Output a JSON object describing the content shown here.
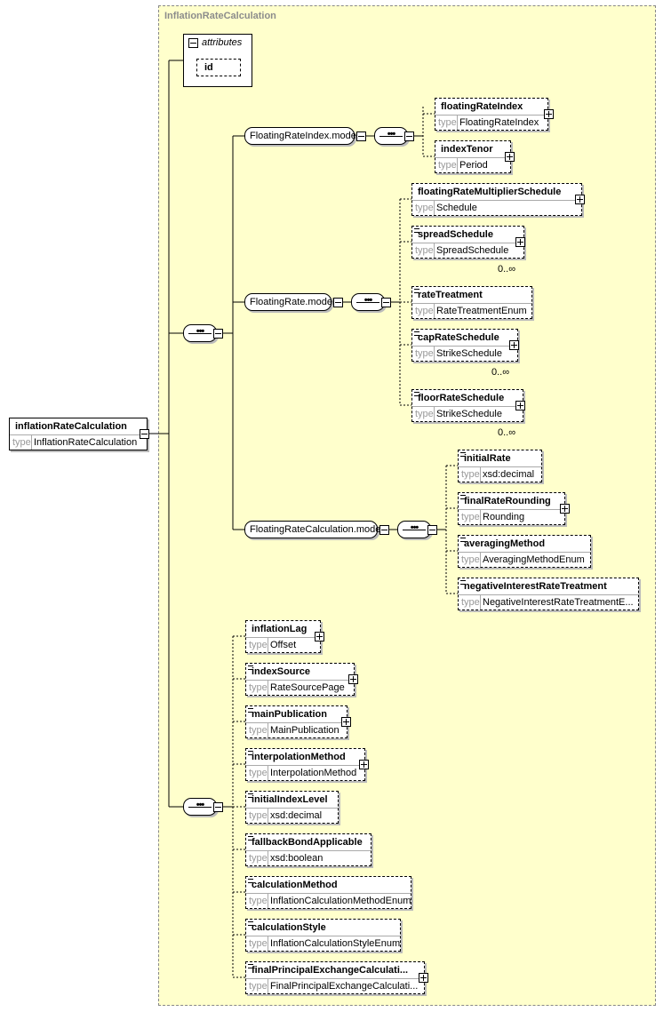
{
  "container_title": "InflationRateCalculation",
  "attributes": {
    "title": "attributes",
    "items": [
      "id"
    ]
  },
  "type_label": "type",
  "root": {
    "name": "inflationRateCalculation",
    "type": "InflationRateCalculation"
  },
  "groups": {
    "floating_rate_index_model": "FloatingRateIndex.model",
    "floating_rate_model": "FloatingRate.model",
    "floating_rate_calculation_model": "FloatingRateCalculation.model"
  },
  "floating_rate_index_elements": [
    {
      "name": "floatingRateIndex",
      "type": "FloatingRateIndex"
    },
    {
      "name": "indexTenor",
      "type": "Period"
    }
  ],
  "floating_rate_elements": [
    {
      "name": "floatingRateMultiplierSchedule",
      "type": "Schedule"
    },
    {
      "name": "spreadSchedule",
      "type": "SpreadSchedule",
      "occurrence": "0..∞"
    },
    {
      "name": "rateTreatment",
      "type": "RateTreatmentEnum"
    },
    {
      "name": "capRateSchedule",
      "type": "StrikeSchedule",
      "occurrence": "0..∞"
    },
    {
      "name": "floorRateSchedule",
      "type": "StrikeSchedule",
      "occurrence": "0..∞"
    }
  ],
  "floating_rate_calculation_elements": [
    {
      "name": "initialRate",
      "type": "xsd:decimal"
    },
    {
      "name": "finalRateRounding",
      "type": "Rounding"
    },
    {
      "name": "averagingMethod",
      "type": "AveragingMethodEnum"
    },
    {
      "name": "negativeInterestRateTreatment",
      "type": "NegativeInterestRateTreatmentE..."
    }
  ],
  "inflation_elements": [
    {
      "name": "inflationLag",
      "type": "Offset"
    },
    {
      "name": "indexSource",
      "type": "RateSourcePage"
    },
    {
      "name": "mainPublication",
      "type": "MainPublication"
    },
    {
      "name": "interpolationMethod",
      "type": "InterpolationMethod"
    },
    {
      "name": "initialIndexLevel",
      "type": "xsd:decimal"
    },
    {
      "name": "fallbackBondApplicable",
      "type": "xsd:boolean"
    },
    {
      "name": "calculationMethod",
      "type": "InflationCalculationMethodEnum"
    },
    {
      "name": "calculationStyle",
      "type": "InflationCalculationStyleEnum"
    },
    {
      "name": "finalPrincipalExchangeCalculati...",
      "type": "FinalPrincipalExchangeCalculati..."
    }
  ]
}
